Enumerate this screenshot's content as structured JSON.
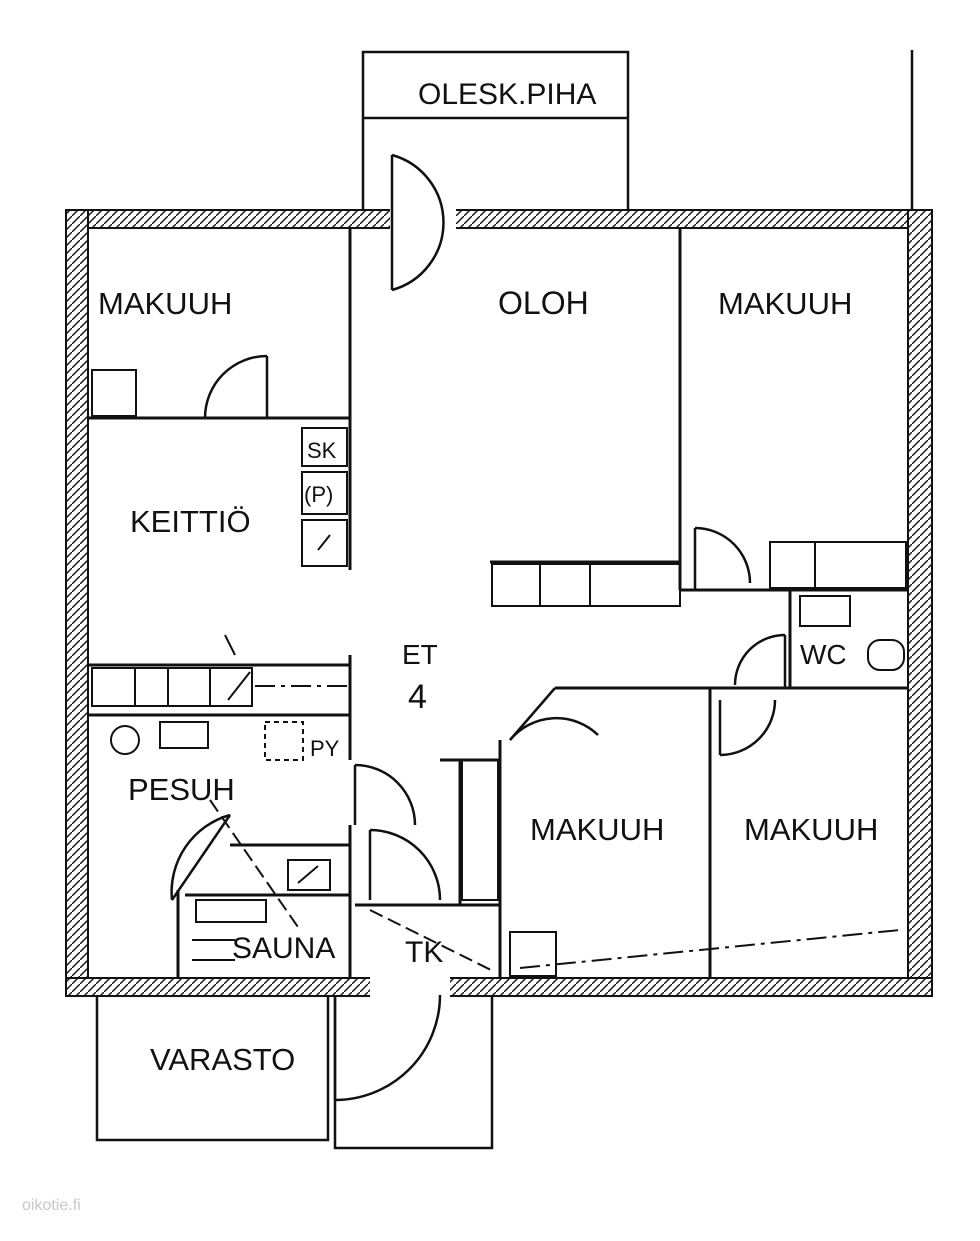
{
  "plan": {
    "rooms": {
      "patio": "OLESK.PIHA",
      "living": "OLOH",
      "bed_nw": "MAKUUH",
      "bed_ne": "MAKUUH",
      "kitchen": "KEITTIÖ",
      "hall_label": "ET",
      "hall_number": "4",
      "wc": "WC",
      "bath": "PESUH",
      "sauna": "SAUNA",
      "bed_s1": "MAKUUH",
      "bed_s2": "MAKUUH",
      "closet": "TK",
      "storage": "VARASTO"
    },
    "fixtures": {
      "fridge": "SK",
      "dishwasher": "(P)",
      "dryer": "PY"
    }
  },
  "watermark": "oikotie.fi"
}
